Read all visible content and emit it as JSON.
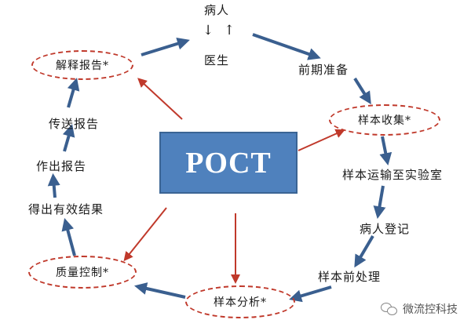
{
  "center": {
    "label": "POCT"
  },
  "nodes": {
    "patient": "病人",
    "arrow_down": "↓",
    "arrow_up": "↑",
    "doctor": "医生",
    "preparation": "前期准备",
    "sample_collection": "样本收集*",
    "transport": "样本运输至实验室",
    "registration": "病人登记",
    "preprocessing": "样本前处理",
    "sample_analysis": "样本分析*",
    "quality_control": "质量控制*",
    "valid_results": "得出有效结果",
    "report": "作出报告",
    "send_report": "传送报告",
    "interpret_report": "解释报告*"
  },
  "watermark": {
    "text": "微流控科技"
  },
  "colors": {
    "flow_arrow": "#3a5f8f",
    "poct_arrow": "#c0392b",
    "box": "#4f81bd",
    "oval_border": "#c0392b"
  }
}
